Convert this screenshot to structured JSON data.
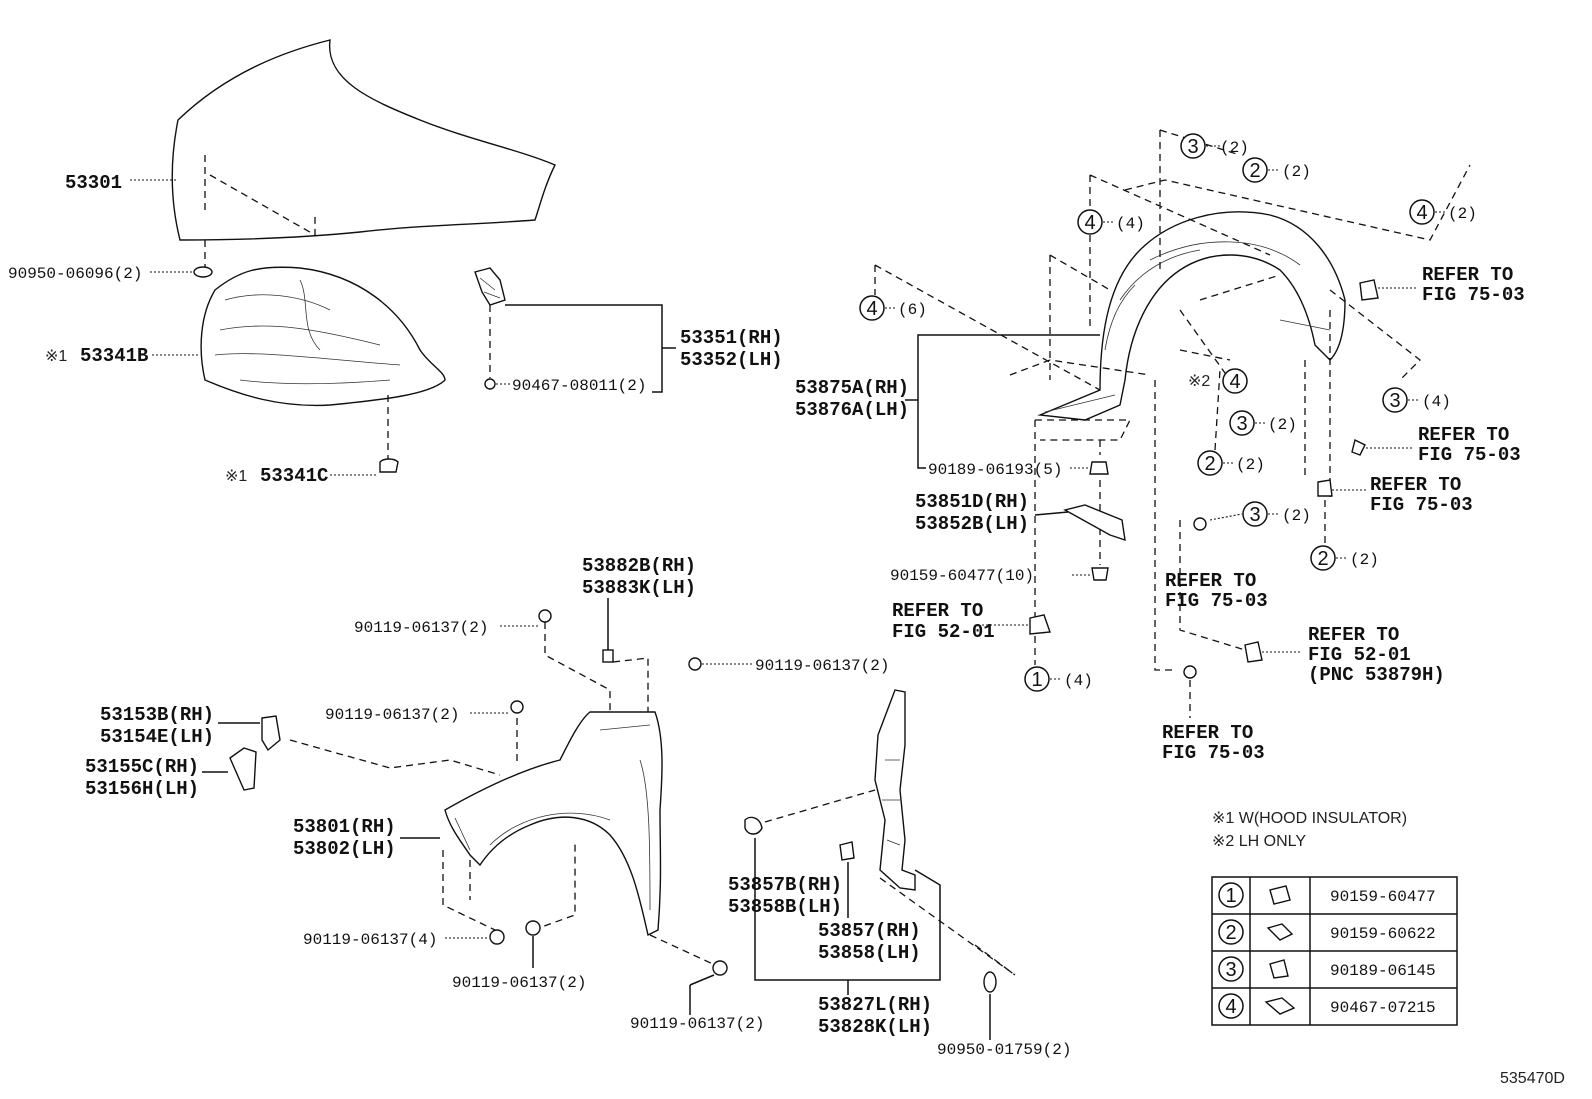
{
  "labels": {
    "hood": "53301",
    "hood_clip": "90950-06096(2)",
    "insulator": "53341B",
    "insulator_clip": "53341C",
    "hinge": "53351(RH)",
    "hinge_lh": "53352(LH)",
    "hinge_bolt": "90467-08011(2)",
    "liner_rh": "53875A(RH)",
    "liner_lh": "53876A(LH)",
    "liner_clip": "90189-06193(5)",
    "seal_rh": "53851D(RH)",
    "seal_lh": "53852B(LH)",
    "seal_clip": "90159-60477(10)",
    "splash_rh": "53882B(RH)",
    "splash_lh": "53883K(LH)",
    "bolt_top1": "90119-06137(2)",
    "bolt_top2": "90119-06137(2)",
    "bolt_left": "90119-06137(2)",
    "bracket_rh": "53153B(RH)",
    "bracket_lh": "53154E(LH)",
    "bracket2_rh": "53155C(RH)",
    "bracket2_lh": "53156H(LH)",
    "fender_rh": "53801(RH)",
    "fender_lh": "53802(LH)",
    "bolt_bottom4": "90119-06137(4)",
    "bolt_bottom2": "90119-06137(2)",
    "bolt_bottom2b": "90119-06137(2)",
    "pad_rh": "53857B(RH)",
    "pad_lh": "53858B(LH)",
    "cover_rh": "53857(RH)",
    "cover_lh": "53858(LH)",
    "protector_rh": "53827L(RH)",
    "protector_lh": "53828K(LH)",
    "grommet": "90950-01759(2)",
    "diagram_code": "535470D"
  },
  "markers": {
    "note1_mark": "※1",
    "note2_mark": "※2"
  },
  "refer": {
    "refer_to": "REFER TO",
    "fig_75_03": "FIG 75-03",
    "fig_52_01": "FIG 52-01",
    "pnc": "(PNC 53879H)"
  },
  "callouts": {
    "c1": {
      "num": "1",
      "qty": "(4)"
    },
    "c2a": {
      "num": "2",
      "qty": "(2)"
    },
    "c2b": {
      "num": "2",
      "qty": "(2)"
    },
    "c2c": {
      "num": "2",
      "qty": "(2)"
    },
    "c3a": {
      "num": "3",
      "qty": "(2)"
    },
    "c3b": {
      "num": "3",
      "qty": "(2)"
    },
    "c3c": {
      "num": "3",
      "qty": "(2)"
    },
    "c3d": {
      "num": "3",
      "qty": "(4)"
    },
    "c4a": {
      "num": "4",
      "qty": "(4)"
    },
    "c4b": {
      "num": "4",
      "qty": "(6)"
    },
    "c4c": {
      "num": "4",
      "qty": "(2)"
    },
    "c4d": {
      "num": "4",
      "qty": ""
    }
  },
  "notes": [
    "※1 W(HOOD INSULATOR)",
    "※2 LH ONLY"
  ],
  "fastener_table": [
    {
      "num": "1",
      "icon": "clip-icon",
      "part": "90159-60477"
    },
    {
      "num": "2",
      "icon": "screw-icon",
      "part": "90159-60622"
    },
    {
      "num": "3",
      "icon": "clip-icon",
      "part": "90189-06145"
    },
    {
      "num": "4",
      "icon": "screw-icon",
      "part": "90467-07215"
    }
  ]
}
